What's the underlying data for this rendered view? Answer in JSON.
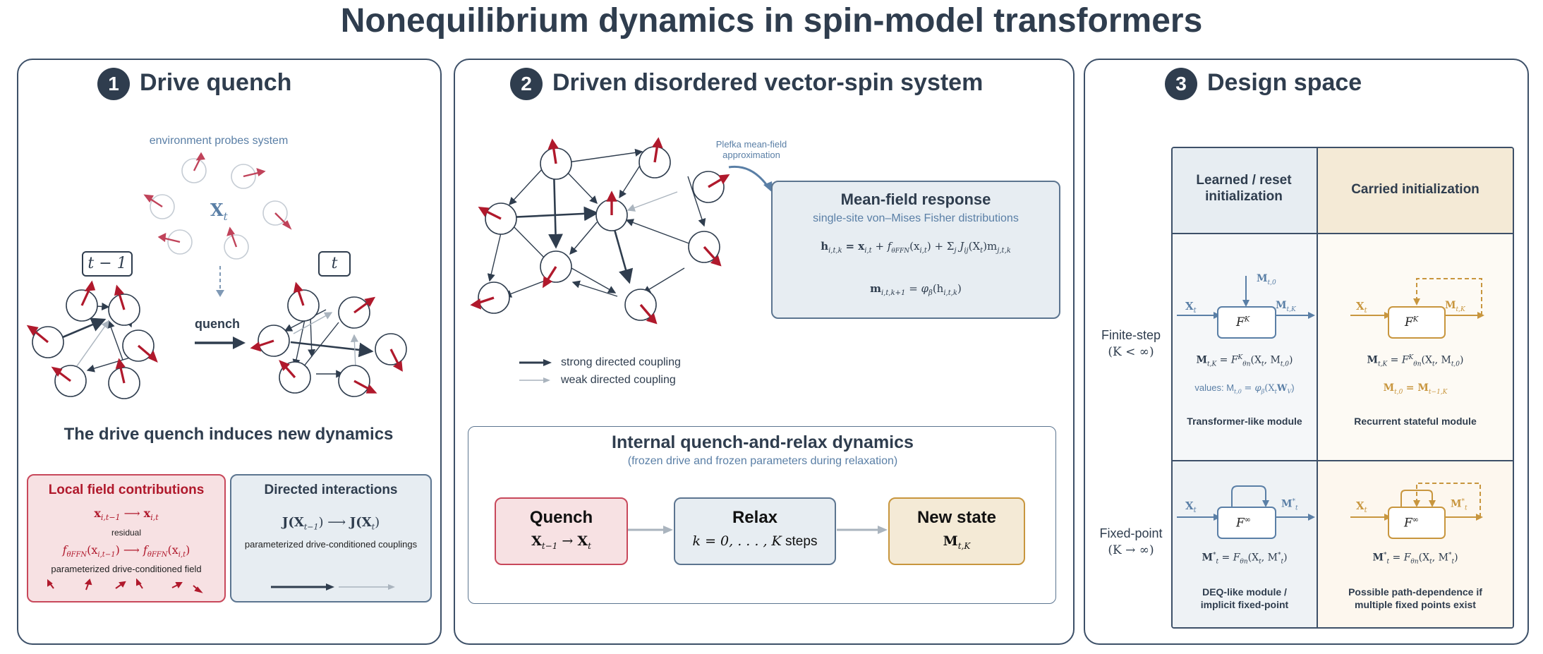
{
  "title": "Nonequilibrium dynamics in spin-model transformers",
  "panel1": {
    "number": "1",
    "heading": "Drive quench",
    "env_label": "environment probes system",
    "x_label": "X",
    "x_sub": "t",
    "time_prev": "t − 1",
    "time_cur": "t",
    "quench_label": "quench",
    "subtitle": "The drive quench induces new dynamics",
    "local_box": {
      "title": "Local field contributions",
      "eq1": "x",
      "eq1_sub": "i,t−1",
      "eq1_b": "x",
      "eq1_b_sub": "i,t",
      "residual": "residual",
      "eq2": "f",
      "eq2_sub": "θFFN",
      "eq2_a": "(x",
      "eq2_a_sub": "i,t−1",
      "eq2_b": "(x",
      "eq2_b_sub": "i,t",
      "caption": "parameterized drive-conditioned field"
    },
    "directed_box": {
      "title": "Directed interactions",
      "eq": "J(X",
      "eq_sub_a": "t−1",
      "eq_sub_b": "t",
      "caption": "parameterized drive-conditioned couplings"
    }
  },
  "panel2": {
    "number": "2",
    "heading": "Driven disordered vector-spin system",
    "plefka": "Plefka mean-field approximation",
    "legend_strong": "strong directed coupling",
    "legend_weak": "weak directed coupling",
    "mf": {
      "title": "Mean-field response",
      "subtitle": "single-site von–Mises Fisher distributions",
      "eq1": "h",
      "eq1_sub": "i,t,k",
      "eq1_rhs": "= x",
      "eq1_rhs_sub": "i,t",
      "eq1_rest": "+ f",
      "eq1_f_sub": "θFFN",
      "eq1_tail1": "(x",
      "eq1_tail1_sub": "i,t",
      "eq1_tail2": ") + Σ",
      "eq1_sum_sub": "j",
      "eq1_tail3": "J",
      "eq1_J_sub": "ij",
      "eq1_tail4": "(X",
      "eq1_tail4_sub": "t",
      "eq1_tail5": ")m",
      "eq1_tail5_sub": "j,t,k",
      "eq2": "m",
      "eq2_sub": "i,t,k+1",
      "eq2_rhs": "= φ",
      "eq2_rhs_sub": "β",
      "eq2_tail": "(h",
      "eq2_tail_sub": "i,t,k",
      "eq2_close": ")"
    },
    "internal": {
      "title": "Internal quench-and-relax dynamics",
      "subtitle": "(frozen drive and frozen parameters during relaxation)",
      "quench_title": "Quench",
      "quench_eq_a": "X",
      "quench_eq_a_sub": "t−1",
      "quench_eq_b": "X",
      "quench_eq_b_sub": "t",
      "relax_title": "Relax",
      "relax_eq": "k = 0, . . . , K",
      "relax_steps": "steps",
      "new_title": "New state",
      "new_eq": "M",
      "new_eq_sub": "t,K"
    }
  },
  "panel3": {
    "number": "3",
    "heading": "Design space",
    "col1": "Learned / reset initialization",
    "col2": "Carried initialization",
    "row1_label": "Finite-step",
    "row1_cond": "(K < ∞)",
    "row2_label": "Fixed-point",
    "row2_cond": "(K → ∞)",
    "cells": {
      "a": {
        "M0": "M",
        "M0_sub": "t,0",
        "Xt": "X",
        "Xt_sub": "t",
        "F": "F",
        "F_sup": "K",
        "out": "M",
        "out_sub": "t,K",
        "eq": "M",
        "eq_sub": "t,K",
        "eq_rhs": "= F",
        "eq_rhs_sup": "K",
        "eq_rhs_sub": "θn",
        "eq_tail": "(X",
        "eq_tail_sub": "t",
        "eq_tail2": ", M",
        "eq_tail2_sub": "t,0",
        "eq_close": ")",
        "values": "values: M",
        "values_sub": "t,0",
        "values_rhs": "= φ",
        "values_rhs_sub": "β",
        "values_tail": "(X",
        "values_tail_sub": "t",
        "values_W": "W",
        "values_W_sub": "V",
        "values_close": ")",
        "caption": "Transformer-like module"
      },
      "b": {
        "Xt": "X",
        "Xt_sub": "t",
        "F": "F",
        "F_sup": "K",
        "out": "M",
        "out_sub": "t,K",
        "eq": "M",
        "eq_sub": "t,K",
        "eq_rhs": "= F",
        "eq_rhs_sup": "K",
        "eq_rhs_sub": "θn",
        "eq_tail": "(X",
        "eq_tail_sub": "t",
        "eq_tail2": ", M",
        "eq_tail2_sub": "t,0",
        "eq_close": ")",
        "carry": "M",
        "carry_sub": "t,0",
        "carry_rhs": "= M",
        "carry_rhs_sub": "t−1,K",
        "caption": "Recurrent stateful module"
      },
      "c": {
        "Xt": "X",
        "Xt_sub": "t",
        "F": "F",
        "F_sup": "∞",
        "out": "M",
        "out_sup": "*",
        "out_sub": "t",
        "eq": "M",
        "eq_sup": "*",
        "eq_sub": "t",
        "eq_rhs": "= F",
        "eq_rhs_sub": "θn",
        "eq_tail": "(X",
        "eq_tail_sub": "t",
        "eq_tail2": ", M",
        "eq_tail2_sup": "*",
        "eq_tail2_sub": "t",
        "eq_close": ")",
        "caption": "DEQ-like module / implicit fixed-point"
      },
      "d": {
        "Xt": "X",
        "Xt_sub": "t",
        "F": "F",
        "F_sup": "∞",
        "out": "M",
        "out_sup": "*",
        "out_sub": "t",
        "eq": "M",
        "eq_sup": "*",
        "eq_sub": "t",
        "eq_rhs": "= F",
        "eq_rhs_sub": "θn",
        "eq_tail": "(X",
        "eq_tail_sub": "t",
        "eq_tail2": ", M",
        "eq_tail2_sup": "*",
        "eq_tail2_sub": "t",
        "eq_close": ")",
        "caption": "Possible path-dependence if multiple fixed points exist"
      }
    }
  },
  "colors": {
    "dark": "#2f3d4e",
    "red": "#b0192c",
    "blue": "#5a7fa6",
    "gold": "#c8963e",
    "pink_bg": "#f7e1e3",
    "gray_bg": "#e7edf2",
    "cream_bg": "#f4ead6"
  }
}
